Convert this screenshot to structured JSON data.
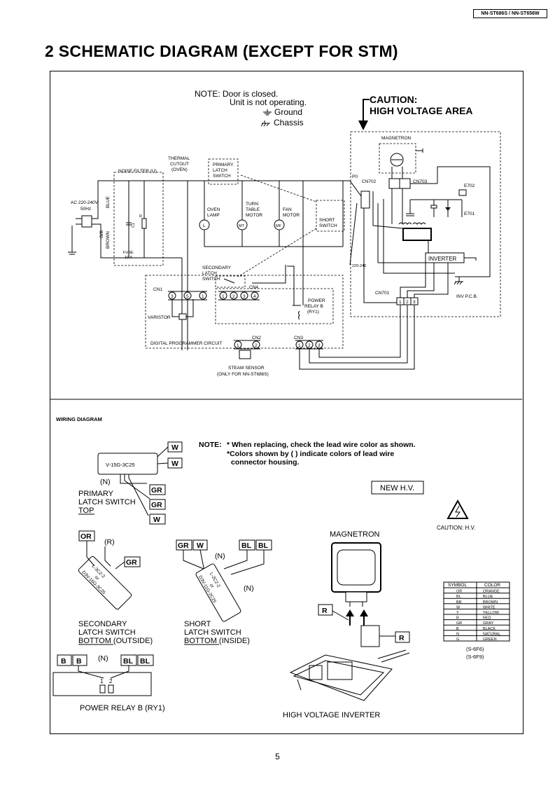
{
  "header": {
    "model": "NN-ST686S / NN-ST656W"
  },
  "title": "2   SCHEMATIC DIAGRAM (EXCEPT FOR STM)",
  "schematic": {
    "note_line1": "NOTE:  Door is closed.",
    "note_line2": "Unit is not operating.",
    "ground": "Ground",
    "chassis": "Chassis",
    "caution_line1": "CAUTION:",
    "caution_line2": "HIGH VOLTAGE AREA",
    "magnetron": "MAGNETRON",
    "thermal_cutout": [
      "THERMAL",
      "CUTOUT",
      "(OVEN)"
    ],
    "primary_latch": [
      "PRIMARY",
      "LATCH",
      "SWITCH"
    ],
    "noise_filter": "NOISE FILTER (U)",
    "ac_supply": [
      "AC 220-240V",
      "50Hz"
    ],
    "wire_blue": "BLUE",
    "wire_brown": "BROWN",
    "wire_gb": "G/B",
    "c1": "C1",
    "r": "R",
    "fuse": [
      "FUSE",
      "10 A"
    ],
    "oven_lamp": [
      "OVEN",
      "LAMP"
    ],
    "turntable_motor": [
      "TURN",
      "TABLE",
      "MOTOR"
    ],
    "fan_motor": [
      "FAN",
      "MOTOR"
    ],
    "short_switch": [
      "SHORT",
      "SWITCH"
    ],
    "lamp_symbol": "L",
    "tt_symbol": "MT",
    "fan_symbol": "MF",
    "p0": "P0",
    "cn702": "CN702",
    "cn703": "CN703",
    "e702": "E702",
    "e701": "E701",
    "p240": "220-240",
    "inverter": "INVERTER",
    "cn701": "CN701",
    "inv_pcb": "INV P.C.B.",
    "secondary_latch": [
      "SECONDARY",
      "LATCH",
      "SWITCH"
    ],
    "cn1": "CN1",
    "cn4": "CN4",
    "power_relay": [
      "POWER",
      "RELAY B",
      "(RY1)"
    ],
    "varistor": "VARISTOR",
    "digital_prog": "DIGITAL PROGRAMMER CIRCUIT",
    "cn2": "CN2",
    "cn3": "CN3",
    "steam_sensor": [
      "STEAM SENSOR",
      "(ONLY FOR NN-ST686S)"
    ],
    "cn1_pins": [
      "3",
      "5",
      "1"
    ],
    "cn4_pins": [
      "1",
      "2",
      "3",
      "4"
    ],
    "cn2_pins": [
      "1",
      "2"
    ],
    "cn3_pins": [
      "1",
      "2",
      "3"
    ],
    "cn701_pins": [
      "1",
      "2",
      "3"
    ]
  },
  "wiring": {
    "heading": "WIRING DIAGRAM",
    "note_head": "NOTE:",
    "note_1": "* When replacing, check the lead wire color as shown.",
    "note_2": "*Colors shown by ( ) indicate colors of lead wire",
    "note_3": "connector housing.",
    "new_hv": "NEW H.V.",
    "caution_hv": "CAUTION: H.V.",
    "primary_part": "V-15G-3C25",
    "primary_label": [
      "PRIMARY",
      "LATCH SWITCH",
      "TOP"
    ],
    "tag_w": "W",
    "tag_gr": "GR",
    "tag_n": "(N)",
    "tag_or": "OR",
    "tag_r_paren": "(R)",
    "tag_bl": "BL",
    "tag_b": "B",
    "tag_r": "R",
    "secondary_label": [
      "SECONDARY",
      "LATCH SWITCH",
      "BOTTOM (OUTSIDE)"
    ],
    "short_label": [
      "SHORT",
      "LATCH SWITCH",
      "BOTTOM (INSIDE)"
    ],
    "secondary_part": [
      "L-3C2-2",
      "or",
      "D3V-16G-3C25"
    ],
    "short_part": [
      "L-2C2-2",
      "or",
      "D3V-11G-2C25"
    ],
    "magnetron": "MAGNETRON",
    "relay_pins": [
      "1",
      "2"
    ],
    "relay_label": "POWER RELAY B (RY1)",
    "inverter_label": "HIGH VOLTAGE INVERTER",
    "color_table": {
      "headers": [
        "SYMBOL",
        "COLOR"
      ],
      "rows": [
        [
          "OR",
          "ORANGE"
        ],
        [
          "BL",
          "BLUE"
        ],
        [
          "BR",
          "BROWN"
        ],
        [
          "W",
          "WHITE"
        ],
        [
          "Y",
          "YELLOW"
        ],
        [
          "R",
          "RED"
        ],
        [
          "GR",
          "GRAY"
        ],
        [
          "B",
          "BLACK"
        ],
        [
          "N",
          "NATURAL"
        ],
        [
          "G",
          "GREEN"
        ]
      ]
    },
    "refs": [
      "(S-6F6)",
      "(S-6F9)"
    ]
  },
  "footer": {
    "page": "5"
  }
}
